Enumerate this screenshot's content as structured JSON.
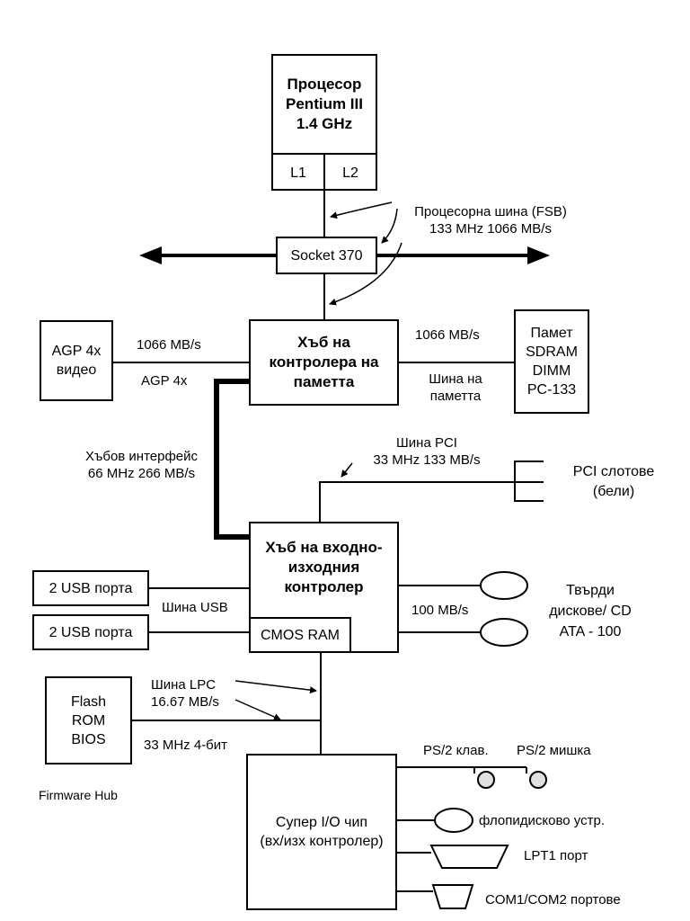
{
  "cpu": {
    "title": "Процесор\nPentium III\n1.4 GHz",
    "l1": "L1",
    "l2": "L2"
  },
  "socket": "Socket 370",
  "fsb": {
    "label": "Процесорна шина (FSB)\n133 MHz  1066 MB/s"
  },
  "mch": {
    "title": "Хъб на\nконтролера на\nпаметта"
  },
  "agp": {
    "box": "AGP 4x\nвидео",
    "speed": "1066 MB/s",
    "bus": "AGP 4x"
  },
  "memory": {
    "box": "Памет\nSDRAM\nDIMM\nPC-133",
    "speed": "1066 MB/s",
    "bus": "Шина на\nпаметта"
  },
  "hub_interface": {
    "label": "Хъбов интерфейс\n66 MHz  266 MB/s"
  },
  "pci": {
    "bus": "Шина PCI\n33 MHz  133 MB/s",
    "slots": "PCI слотове\n(бели)"
  },
  "ich": {
    "title": "Хъб на входно-\nизходния\nконтролер",
    "cmos": "CMOS RAM"
  },
  "usb": {
    "port1": "2 USB порта",
    "port2": "2 USB порта",
    "bus": "Шина USB"
  },
  "ide": {
    "speed": "100 MB/s",
    "label": "Твърди\nдискове/ CD\nATA - 100"
  },
  "lpc": {
    "bus": "Шина LPC\n16.67 MB/s",
    "clock": "33 MHz 4-бит"
  },
  "flash": {
    "box": "Flash\nROM\nBIOS",
    "caption": "Firmware Hub"
  },
  "superio": {
    "title": "Супер I/O чип\n(вх/изх контролер)",
    "ps2_kbd": "PS/2 клав.",
    "ps2_mouse": "PS/2 мишка",
    "floppy": "флопидисково устр.",
    "lpt": "LPT1 порт",
    "com": "COM1/COM2 портове"
  }
}
